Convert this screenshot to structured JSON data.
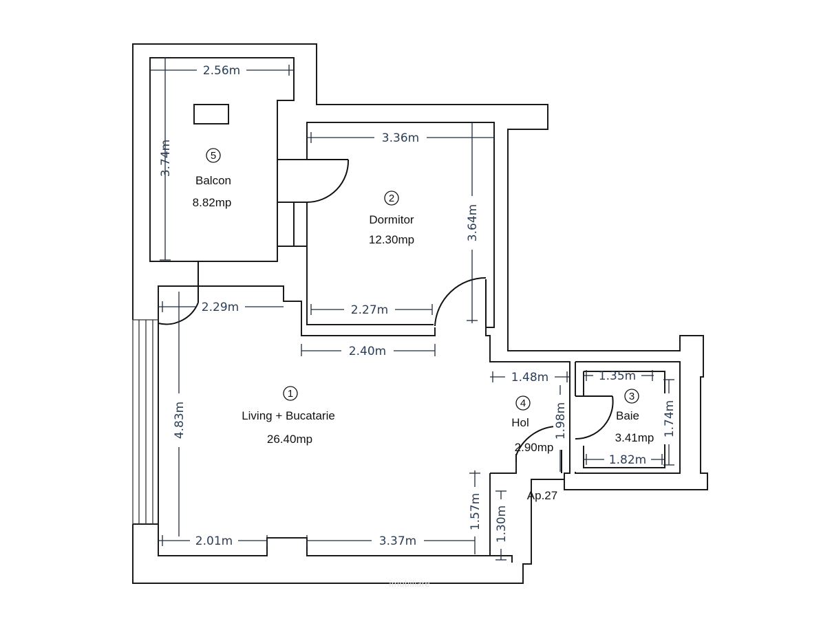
{
  "rooms": [
    {
      "number": "1",
      "name": "Living + Bucatarie",
      "area": "26.40mp"
    },
    {
      "number": "2",
      "name": "Dormitor",
      "area": "12.30mp"
    },
    {
      "number": "3",
      "name": "Baie",
      "area": "3.41mp"
    },
    {
      "number": "4",
      "name": "Hol",
      "area": "2.90mp"
    },
    {
      "number": "5",
      "name": "Balcon",
      "area": "8.82mp"
    }
  ],
  "dimensions": {
    "balcon_width": "2.56m",
    "balcon_depth": "3.74m",
    "dormitor_width": "3.36m",
    "dormitor_depth": "3.64m",
    "dormitor_inner": "2.27m",
    "living_top_left": "2.29m",
    "living_top_right": "2.40m",
    "living_height": "4.83m",
    "living_bottom_left": "2.01m",
    "living_bottom_right": "3.37m",
    "living_right_step": "1.57m",
    "hol_width": "1.48m",
    "hol_height": "1.98m",
    "hol_entry": "1.30m",
    "baie_top": "1.35m",
    "baie_bottom": "1.82m",
    "baie_height": "1.74m"
  },
  "apartment_label": "Ap.27",
  "watermark": "imobiliare"
}
